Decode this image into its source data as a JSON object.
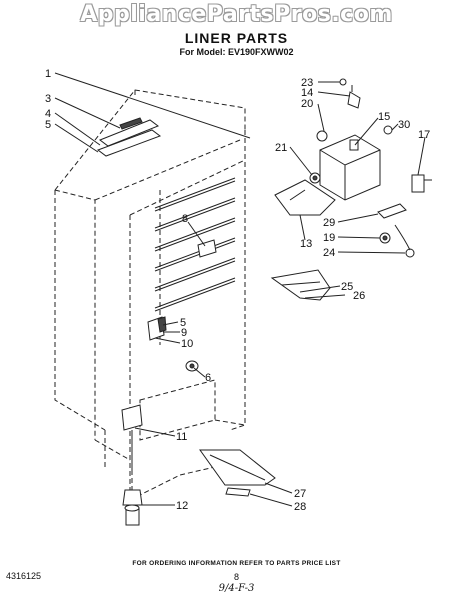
{
  "watermark": "AppliancePartsPros.com",
  "header": {
    "title": "LINER PARTS",
    "subtitle": "For Model: EV190FXWW02"
  },
  "callouts": [
    "1",
    "3",
    "4",
    "5",
    "8",
    "5",
    "9",
    "10",
    "6",
    "11",
    "12",
    "23",
    "14",
    "20",
    "15",
    "30",
    "17",
    "21",
    "13",
    "29",
    "19",
    "24",
    "25",
    "26",
    "27",
    "28"
  ],
  "footer": {
    "order_note": "FOR ORDERING INFORMATION REFER TO PARTS PRICE LIST",
    "part_number": "4316125",
    "page_number": "8",
    "hand_note": "9/4-F-3"
  }
}
